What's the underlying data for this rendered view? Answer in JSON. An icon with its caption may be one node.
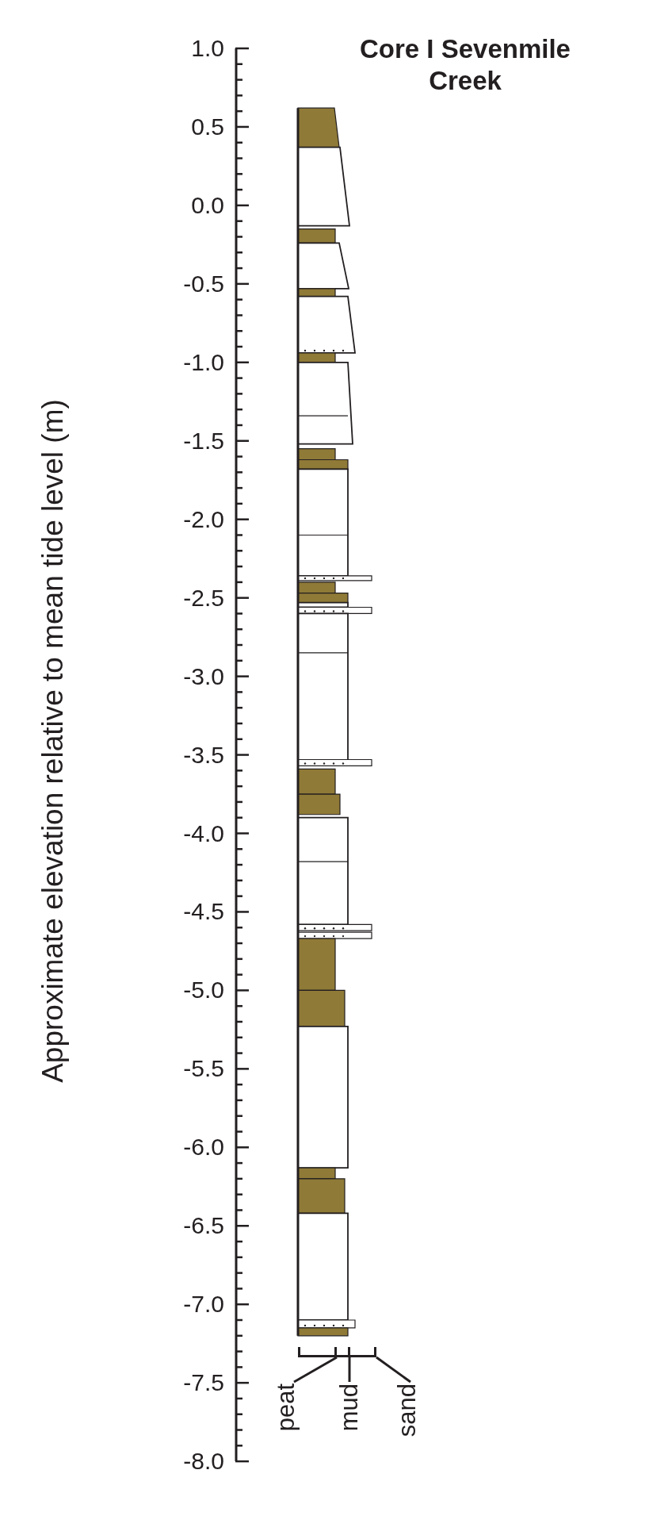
{
  "diagram": {
    "title": "Core I Sevenmile Creek",
    "nodes": [
      {
        "text": [
          "peat"
        ]
      },
      {
        "text": [
          "mud"
        ]
      },
      {
        "text": [
          "sand"
        ]
      },
      {
        "text": [],
        "shape": "bar"
      },
      {
        "text": [],
        "shape": "bar"
      },
      {
        "text": [],
        "shape": "bar"
      }
    ],
    "edges": [
      {
        "from": 0,
        "to": 3,
        "arrow": "none"
      },
      {
        "from": 1,
        "to": 4,
        "arrow": "none"
      },
      {
        "from": 2,
        "to": 5,
        "arrow": "none"
      }
    ],
    "labels": [
      "1.0",
      "0.5",
      "0.0",
      "-0.5",
      "-1.0",
      "-1.5",
      "-2.0",
      "-2.5",
      "-3.0",
      "-3.5",
      "-4.0",
      "-4.5",
      "-5.0",
      "-5.5",
      "-6.0",
      "-6.5",
      "-7.0",
      "-7.5",
      "-8.0",
      "Approximate elevation relative to mean tide level (m)"
    ]
  }
}
